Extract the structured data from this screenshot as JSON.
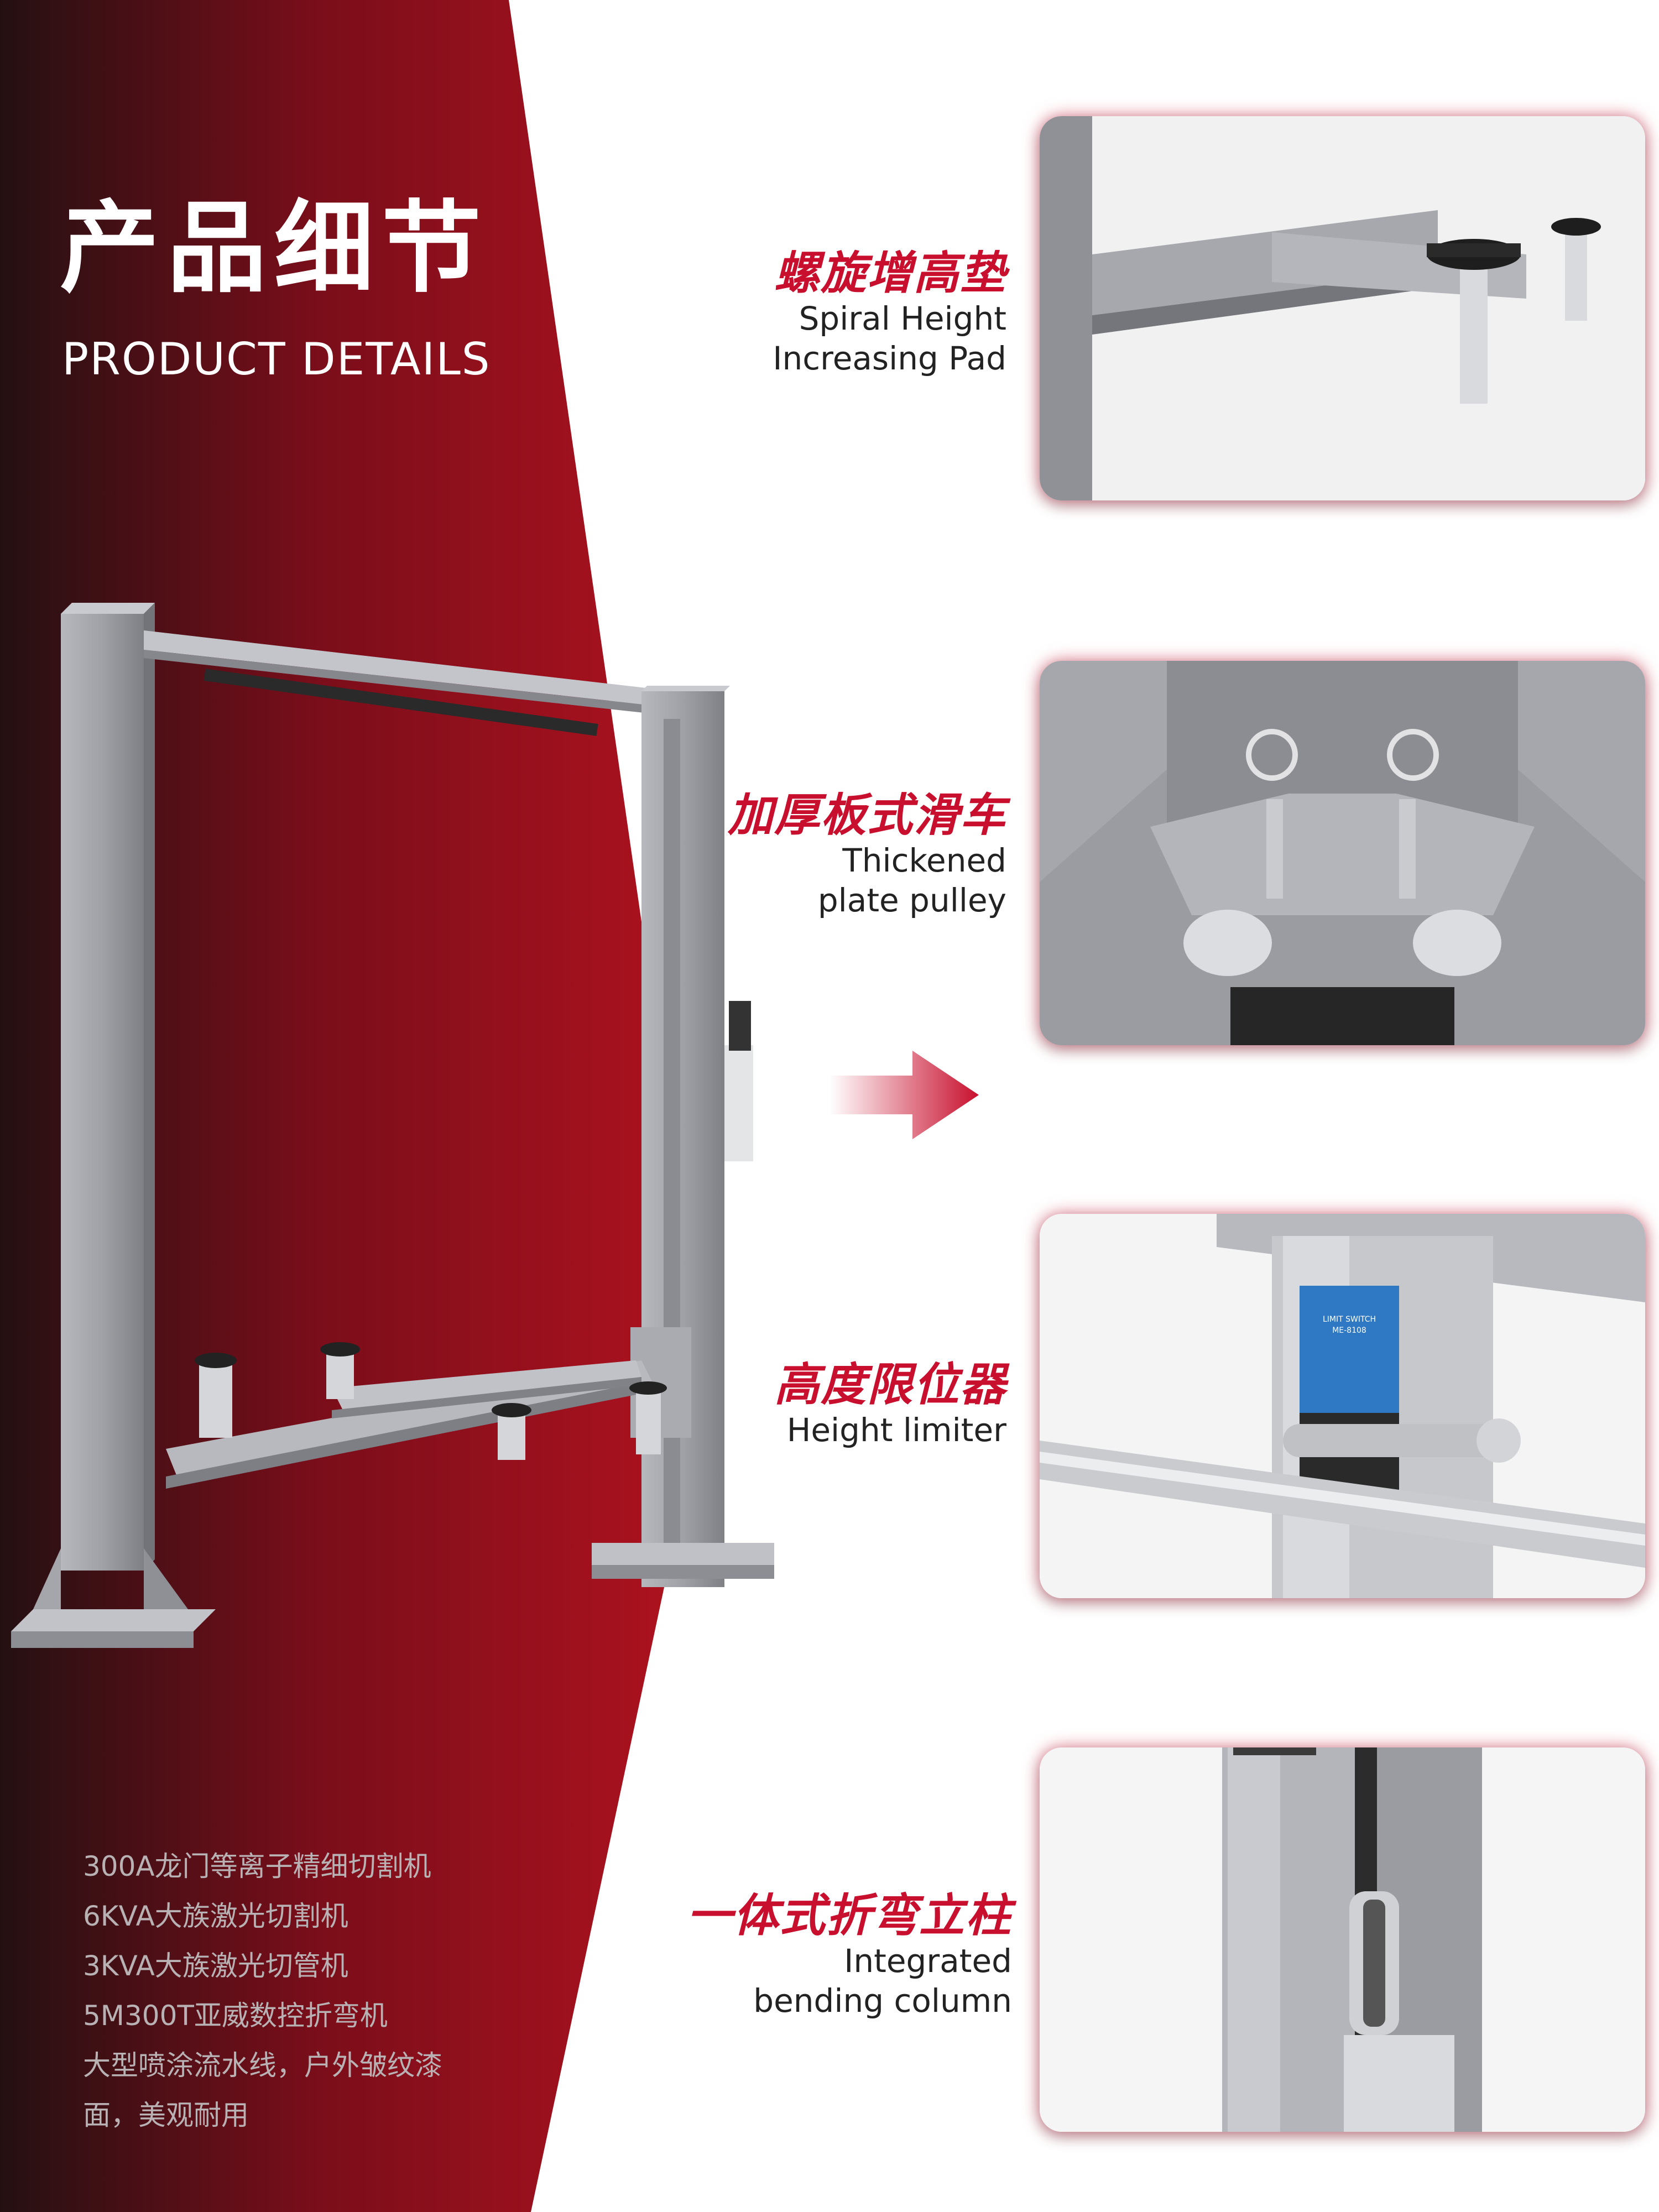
{
  "header": {
    "title_cn": "产品细节",
    "title_en": "PRODUCT DETAILS"
  },
  "equipment_list": [
    "300A龙门等离子精细切割机",
    "6KVA大族激光切割机",
    "3KVA大族激光切管机",
    "5M300T亚威数控折弯机",
    "大型喷涂流水线，户外皱纹漆",
    "面，美观耐用"
  ],
  "features": [
    {
      "cn": "螺旋增高垫",
      "en_line1": "Spiral Height",
      "en_line2": "Increasing Pad"
    },
    {
      "cn": "加厚板式滑车",
      "en_line1": "Thickened",
      "en_line2": "plate pulley"
    },
    {
      "cn": "高度限位器",
      "en_line1": "Height limiter",
      "en_line2": ""
    },
    {
      "cn": "一体式折弯立柱",
      "en_line1": "Integrated",
      "en_line2": "bending column"
    }
  ],
  "limiter_plate": [
    "LIMIT SWITCH",
    "ME-8108"
  ],
  "colors": {
    "brand_red": "#c8102e",
    "dark_red": "#2a1214",
    "steel_gray": "#9c9ea3",
    "text_dark": "#222222",
    "list_text": "#b9b2b4"
  },
  "icons": [
    "right-arrow-icon"
  ]
}
